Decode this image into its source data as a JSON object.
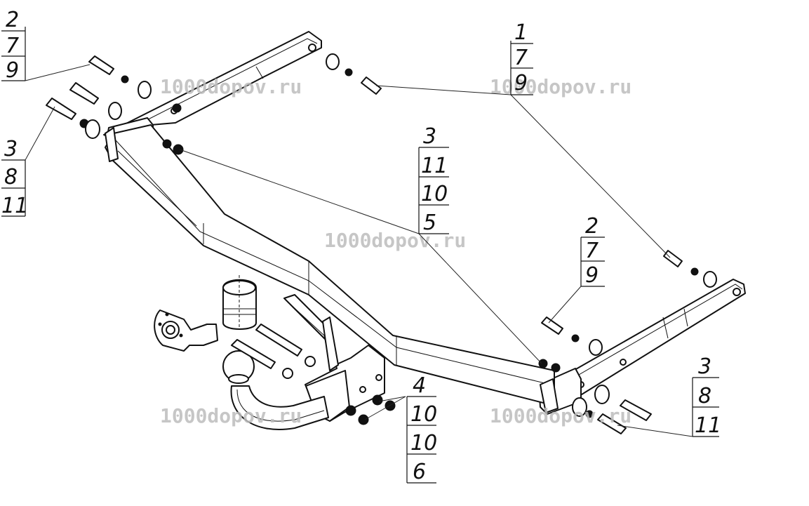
{
  "watermarks": [
    "1000dopov.ru",
    "1000dopov.ru",
    "1000dopov.ru",
    "1000dopov.ru",
    "1000dopov.ru"
  ],
  "callouts": [
    {
      "id": "top-left",
      "lines": [
        "2",
        "7",
        "9"
      ]
    },
    {
      "id": "left",
      "lines": [
        "3",
        "8",
        "11"
      ]
    },
    {
      "id": "top-right",
      "lines": [
        "1",
        "7",
        "9"
      ]
    },
    {
      "id": "center",
      "lines": [
        "3",
        "11",
        "10",
        "5"
      ]
    },
    {
      "id": "right-mid",
      "lines": [
        "2",
        "7",
        "9"
      ]
    },
    {
      "id": "right-bottom",
      "lines": [
        "3",
        "8",
        "11"
      ]
    },
    {
      "id": "bottom",
      "lines": [
        "4",
        "10",
        "10",
        "6"
      ]
    }
  ]
}
